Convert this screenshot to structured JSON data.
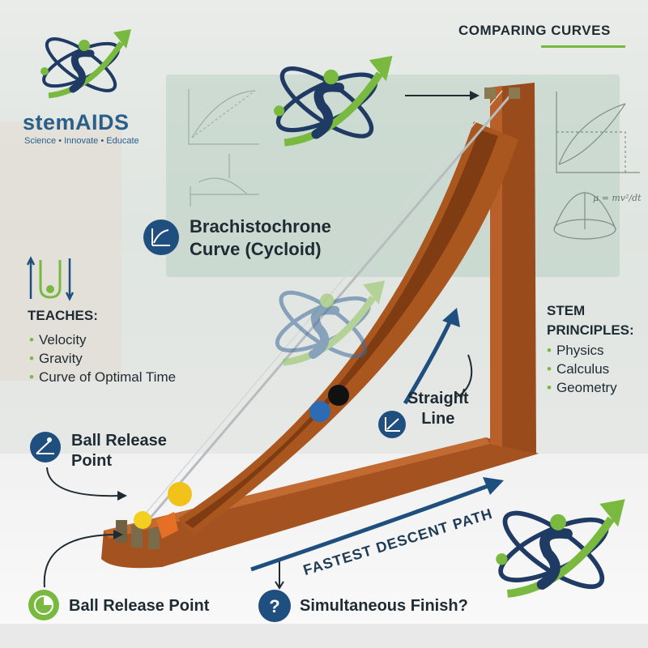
{
  "brand": {
    "name": "stemAIDS",
    "tagline": "Science • Innovate • Educate",
    "logo_icon": "atom-swoosh-logo"
  },
  "header": {
    "comparing_curves": "COMPARING CURVES"
  },
  "title": {
    "line1": "Brachistochrone",
    "line2": "Curve (Cycloid)",
    "icon": "curve-graph-icon"
  },
  "teaches": {
    "heading": "TEACHES:",
    "items": [
      "Velocity",
      "Gravity",
      "Curve of Optimal Time"
    ],
    "icon": "up-down-arrows-icon"
  },
  "stem_principles": {
    "heading_line1": "STEM",
    "heading_line2": "PRINCIPLES:",
    "items": [
      "Physics",
      "Calculus",
      "Geometry"
    ]
  },
  "labels": {
    "straight_line_1": "Straight",
    "straight_line_2": "Line",
    "ball_release_1": "Ball Release",
    "ball_release_2": "Point",
    "ball_release_bottom": "Ball Release Point",
    "simultaneous_finish": "Simultaneous Finish?",
    "fastest_descent_path": "FASTEST DESCENT PATH"
  },
  "colors": {
    "brand_blue": "#2a5f8a",
    "brand_navy": "#1f3a63",
    "brand_green": "#7ab93f",
    "wood": "#a4521f",
    "text": "#1f2b33"
  }
}
